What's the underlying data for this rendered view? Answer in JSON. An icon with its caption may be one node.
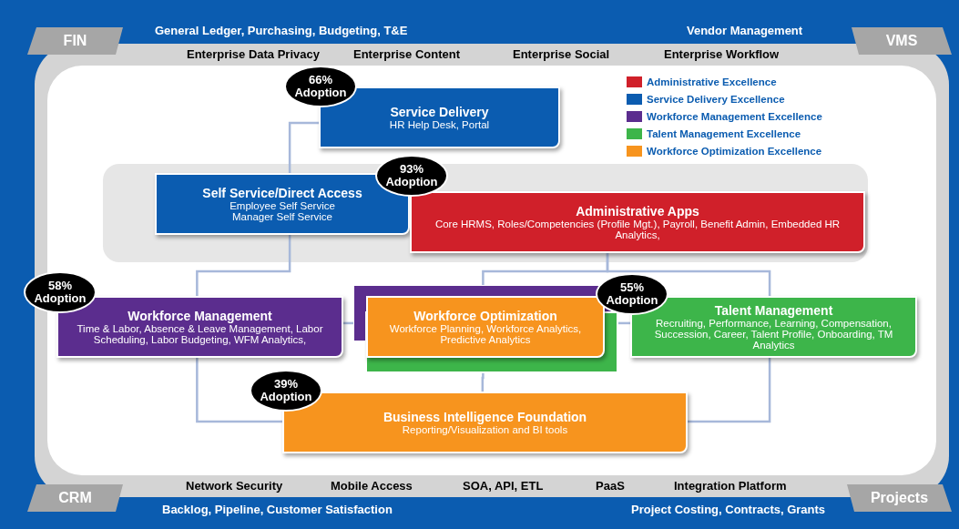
{
  "diagram": {
    "nodes": [
      {
        "text": [
          "Service Delivery",
          "HR Help Desk, Portal"
        ]
      },
      {
        "text": [
          "Self Service/Direct Access",
          "Employee Self Service",
          "Manager Self Service"
        ]
      },
      {
        "text": [
          "Administrative Apps",
          "Core HRMS, Roles/Competencies (Profile Mgt.), Payroll, Benefit Admin, Embedded HR Analytics,"
        ]
      },
      {
        "text": [
          "Workforce Management",
          "Time & Labor, Absence & Leave Management, Labor Scheduling, Labor Budgeting, WFM Analytics,"
        ]
      },
      {
        "text": [
          "Workforce Optimization",
          "Workforce Planning, Workforce Analytics, Predictive Analytics"
        ]
      },
      {
        "text": [
          "Talent Management",
          "Recruiting, Performance, Learning, Compensation, Succession, Career, Talent Profile, Onboarding, TM Analytics"
        ]
      },
      {
        "text": [
          "Business Intelligence Foundation",
          "Reporting/Visualization and BI tools"
        ]
      },
      {
        "text": [
          "FIN"
        ]
      },
      {
        "text": [
          "VMS"
        ]
      },
      {
        "text": [
          "CRM"
        ]
      },
      {
        "text": [
          "Projects"
        ]
      },
      {
        "text": [
          "66% Adoption"
        ]
      },
      {
        "text": [
          "93% Adoption"
        ]
      },
      {
        "text": [
          "58% Adoption"
        ]
      },
      {
        "text": [
          "55% Adoption"
        ]
      },
      {
        "text": [
          "39% Adoption"
        ]
      }
    ],
    "edges": [
      {
        "from": 0,
        "to": 1,
        "arrow": "none"
      },
      {
        "from": 1,
        "to": 3,
        "arrow": "none"
      },
      {
        "from": 2,
        "to": 4,
        "arrow": "none"
      },
      {
        "from": 2,
        "to": 5,
        "arrow": "none"
      },
      {
        "from": 3,
        "to": 4,
        "arrow": "none"
      },
      {
        "from": 4,
        "to": 5,
        "arrow": "none"
      },
      {
        "from": 3,
        "to": 6,
        "arrow": "none"
      },
      {
        "from": 4,
        "to": 6,
        "arrow": "none"
      },
      {
        "from": 5,
        "to": 6,
        "arrow": "none"
      }
    ],
    "labels": [
      "General Ledger, Purchasing, Budgeting, T&E",
      "Vendor Management",
      "Enterprise Data Privacy",
      "Enterprise Content",
      "Enterprise Social",
      "Enterprise Workflow",
      "Network Security",
      "Mobile Access",
      "SOA, API, ETL",
      "PaaS",
      "Integration Platform",
      "Backlog, Pipeline, Customer Satisfaction",
      "Project Costing, Contracts, Grants"
    ],
    "legend": [
      {
        "text": "Administrative Excellence",
        "color": "#d0202a"
      },
      {
        "text": "Service Delivery Excellence",
        "color": "#0b5cb0"
      },
      {
        "text": "Workforce Management Excellence",
        "color": "#5b2d8e"
      },
      {
        "text": "Talent Management Excellence",
        "color": "#3db54a"
      },
      {
        "text": "Workforce Optimization Excellence",
        "color": "#f7941e"
      }
    ]
  }
}
